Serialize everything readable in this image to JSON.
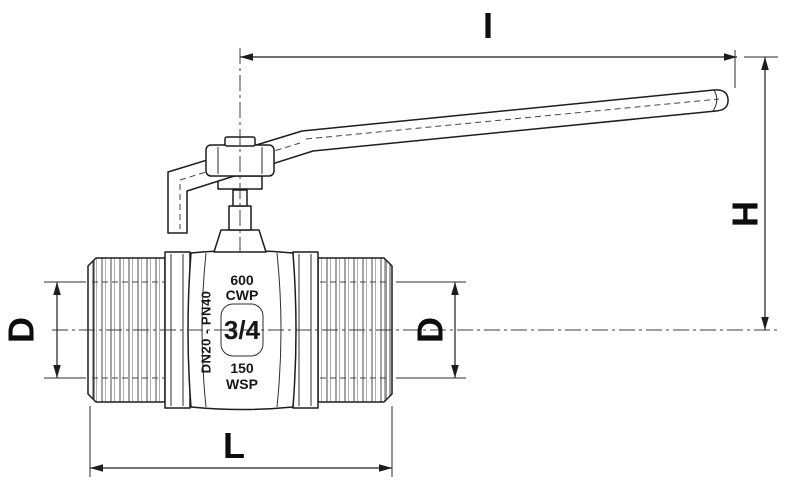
{
  "drawing": {
    "title": "ball-valve-dimensional-drawing",
    "dim_I": "I",
    "dim_H": "H",
    "dim_D_left": "D",
    "dim_D_right": "D",
    "dim_L": "L"
  },
  "markings": {
    "cwp_value": "600",
    "cwp_unit": "CWP",
    "size": "3/4",
    "wsp_value": "150",
    "wsp_unit": "WSP",
    "dn_pn": "DN20 - PN40"
  },
  "colors": {
    "line": "#1d1d1d",
    "background": "#ffffff"
  }
}
